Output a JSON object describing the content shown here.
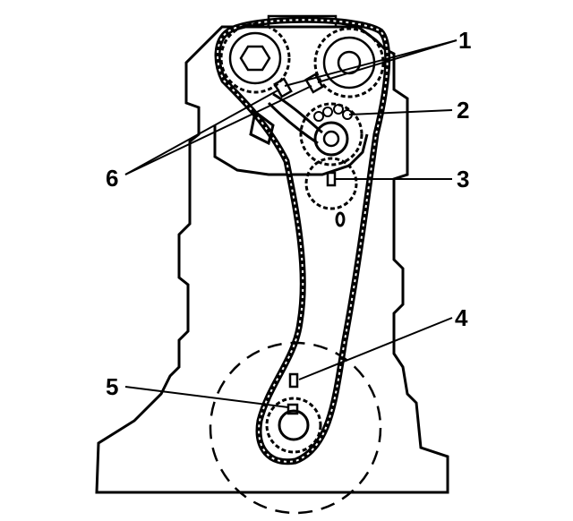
{
  "diagram": {
    "callouts": [
      {
        "id": "1",
        "label": "1"
      },
      {
        "id": "2",
        "label": "2"
      },
      {
        "id": "3",
        "label": "3"
      },
      {
        "id": "4",
        "label": "4"
      },
      {
        "id": "5",
        "label": "5"
      },
      {
        "id": "6",
        "label": "6"
      }
    ],
    "colors": {
      "ink": "#000000",
      "paper": "#ffffff"
    }
  }
}
